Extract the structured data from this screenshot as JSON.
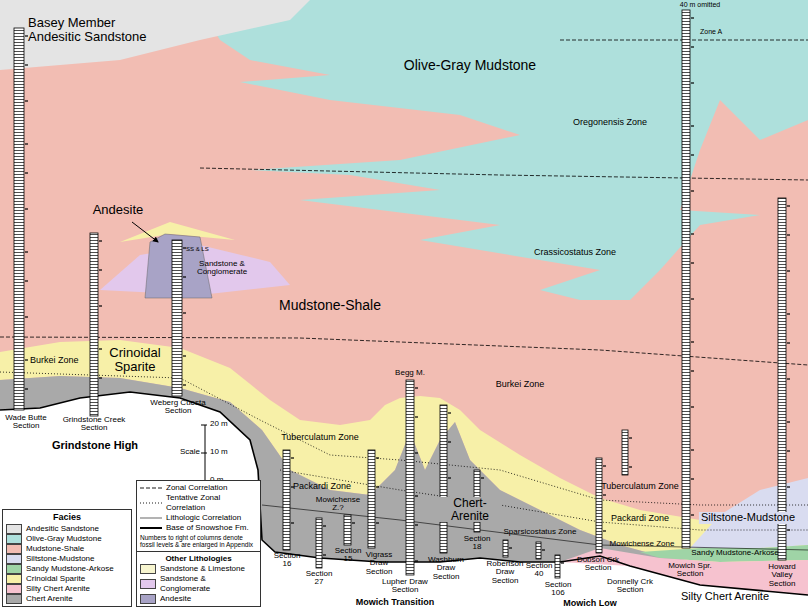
{
  "diagram": {
    "labels": [
      "Basey Member Andesitic Sandstone",
      "Olive-Gray Mudstone",
      "40 m omitted",
      "Zone A",
      "Oregonensis Zone",
      "Andesite",
      "SS & LS",
      "Sandstone & Conglomerate",
      "Crassicostatus Zone",
      "Mudstone-Shale",
      "Burkei Zone",
      "Crinoidal Sparite",
      "Burkei Zone",
      "Grindstone High",
      "Tuberculatum Zone",
      "Tuberculatum Zone",
      "Packardi Zone",
      "Packardi Zone",
      "Mowichense Z.?",
      "Chert-Arenite",
      "Sparsicostatus Zone",
      "Mowichense Zone",
      "Siltstone-Mudstone",
      "Sandy Mudstone-Arkose",
      "Silty Chert Arenite",
      "Wade Butte Section",
      "Grindstone Creek Section",
      "Weberg Cuesta Section",
      "20 m",
      "10 m",
      "0 m",
      "Scale",
      "Section 16",
      "Section 27",
      "Section 15",
      "Vigrass Draw Section",
      "Begg M.",
      "Lupher Draw Section",
      "Washburn Draw Section",
      "Section 18",
      "Robertson Draw Section",
      "Section 40",
      "Section 106",
      "Mowich Transition",
      "Dobson Crk Section",
      "Donnelly Crk Section",
      "Mowich Spr. Section",
      "Howard Valley Section",
      "Mowich Low",
      "Facies",
      "Other Lithologies",
      "Numbers to right of columns denote fossil levels & are enlarged in Appendix"
    ],
    "legend": [
      {
        "text": "Andesitic Sandstone",
        "color": "#e4e4e4"
      },
      {
        "text": "Olive-Gray Mudstone",
        "color": "#aee0dc"
      },
      {
        "text": "Mudstone-Shale",
        "color": "#f2bdb3"
      },
      {
        "text": "Siltstone-Mudstone",
        "color": "#d9dcf0"
      },
      {
        "text": "Sandy Mudstone-Arkose",
        "color": "#9fd4a6"
      },
      {
        "text": "Crinoidal Sparite",
        "color": "#f7f0a8"
      },
      {
        "text": "Silty Chert Arenite",
        "color": "#f6c2cf"
      },
      {
        "text": "Chert Arenite",
        "color": "#a9a9a9"
      },
      {
        "text": "Zonal Correlation"
      },
      {
        "text": "Tentative Zonal Correlation"
      },
      {
        "text": "Lithologic Correlation"
      },
      {
        "text": "Base of Snowshoe Fm."
      },
      {
        "text": "Sandstone & Limestone",
        "color": "#f7f5cf"
      },
      {
        "text": "Sandstone & Conglomerate",
        "color": "#e2c8ec"
      },
      {
        "text": "Andesite",
        "color": "#a8a3c6"
      }
    ]
  }
}
